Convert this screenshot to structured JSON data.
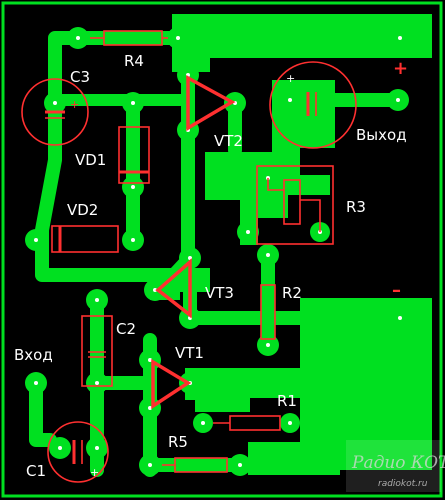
{
  "labels": {
    "c3": "C3",
    "r4": "R4",
    "vd1": "VD1",
    "vt2": "VT2",
    "vd2": "VD2",
    "r3": "R3",
    "vt3": "VT3",
    "r2": "R2",
    "c2": "C2",
    "vt1": "VT1",
    "vhod": "Вход",
    "r1": "R1",
    "r5": "R5",
    "c1": "C1",
    "vyhod": "Выход",
    "plus_out": "+",
    "minus_pwr": "–",
    "plus_c3": "+",
    "plus_c1": "+",
    "plus_out_cap": "+"
  },
  "watermark": {
    "line1": "Радио КОТ",
    "line2": "radiokot.ru"
  },
  "colors": {
    "background": "#000000",
    "copper": "#00e020",
    "silk": "#ff3030",
    "pad_hole": "#ffffff",
    "text": "#ffffff"
  }
}
